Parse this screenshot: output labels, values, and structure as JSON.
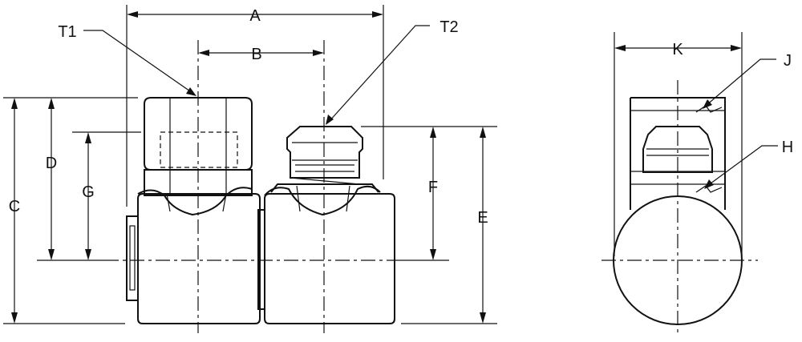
{
  "labels": {
    "A": "A",
    "B": "B",
    "C": "C",
    "D": "D",
    "E": "E",
    "F": "F",
    "G": "G",
    "H": "H",
    "J": "J",
    "K": "K",
    "T1": "T1",
    "T2": "T2"
  }
}
